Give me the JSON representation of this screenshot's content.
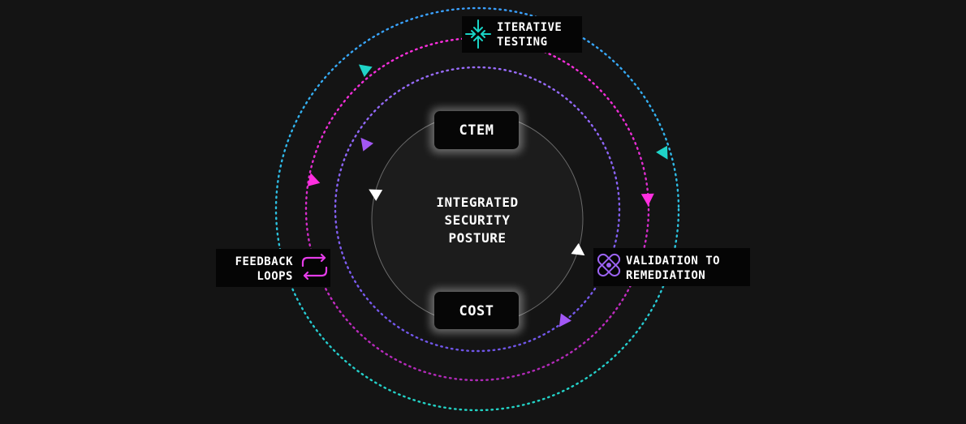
{
  "center": {
    "lines": [
      "INTEGRATED",
      "SECURITY",
      "POSTURE"
    ]
  },
  "top_box": {
    "label": "CTEM"
  },
  "bottom_box": {
    "label": "COST"
  },
  "iterative": {
    "lines": [
      "ITERATIVE",
      "TESTING"
    ],
    "icon": "arrows-converge-icon",
    "color": "#19d3c5"
  },
  "feedback": {
    "lines": [
      "FEEDBACK",
      "LOOPS"
    ],
    "icon": "loop-arrows-icon",
    "color": "#e43ce8"
  },
  "validation": {
    "lines": [
      "VALIDATION TO",
      "REMEDIATION"
    ],
    "icon": "crossed-bands-icon",
    "color": "#9b63f2"
  },
  "colors": {
    "background": "#141414",
    "outer_ring_start": "#22d3c5",
    "outer_ring_end": "#3aa0ff",
    "middle_ring": "#e43ce8",
    "inner_ring": "#8b5cf6",
    "center_circle_fill": "#1d1d1d",
    "center_circle_stroke": "#6a6a6a",
    "box_fill": "#060606"
  }
}
